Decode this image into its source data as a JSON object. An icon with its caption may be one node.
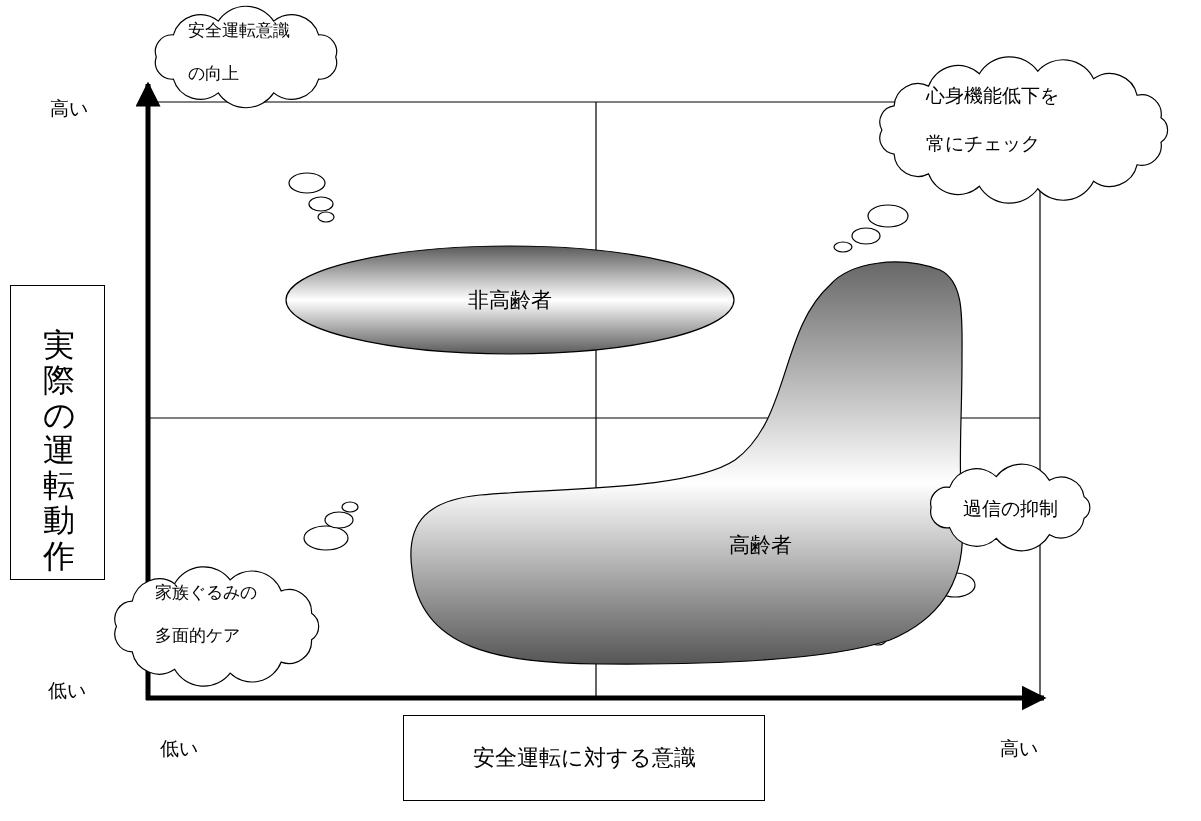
{
  "diagram": {
    "nodes": [
      {
        "text": [
          "安全運転意識の向上"
        ]
      },
      {
        "text": [
          "心身機能低下を常にチェック"
        ]
      },
      {
        "text": [
          "非高齢者"
        ]
      },
      {
        "text": [
          "高齢者"
        ]
      },
      {
        "text": [
          "過信の抑制"
        ]
      },
      {
        "text": [
          "家族ぐるみの多面的ケア"
        ]
      },
      {
        "text": [
          "実際の運転動作"
        ]
      },
      {
        "text": [
          "安全運転に対する意識"
        ]
      }
    ],
    "labels": [
      "高い",
      "低い",
      "低い",
      "高い"
    ]
  }
}
